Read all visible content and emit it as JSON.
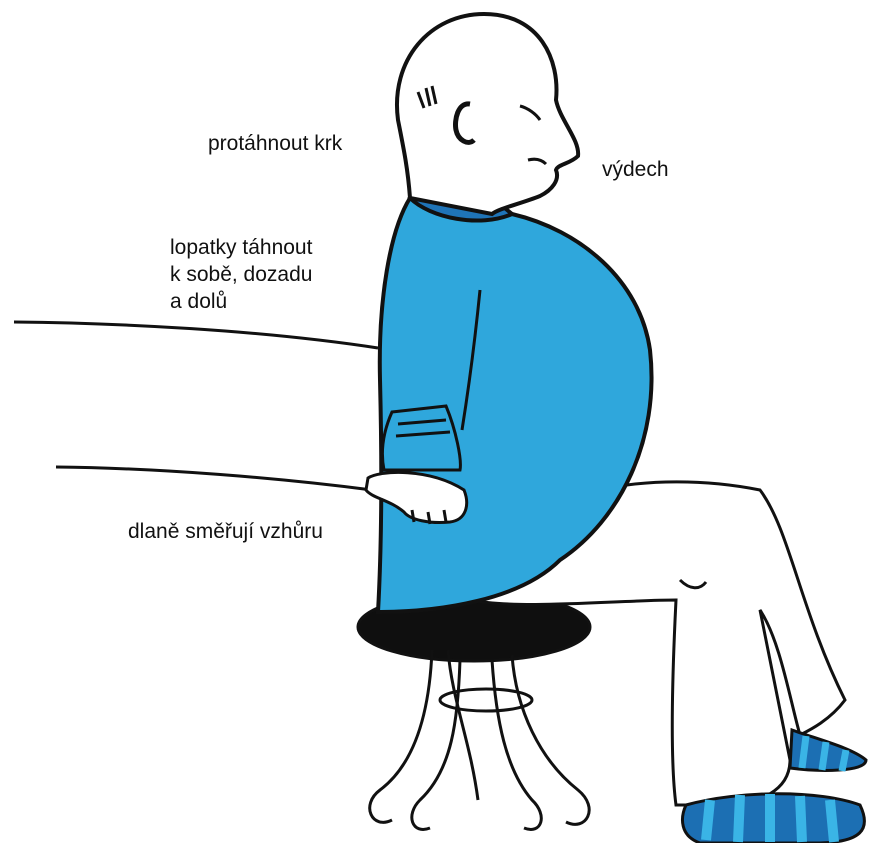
{
  "labels": {
    "neck": "protáhnout krk",
    "breath": "výdech",
    "shoulder_blades": [
      "lopatky táhnout",
      "k sobě, dozadu",
      "a dolů"
    ],
    "palms": "dlaně směřují vzhůru"
  },
  "colors": {
    "shirt": "#2fa7dc",
    "collar": "#1f74b8",
    "outline": "#111111",
    "sock_dark": "#1c6fb3",
    "sock_light": "#3ab4e6",
    "background": "#ffffff"
  }
}
